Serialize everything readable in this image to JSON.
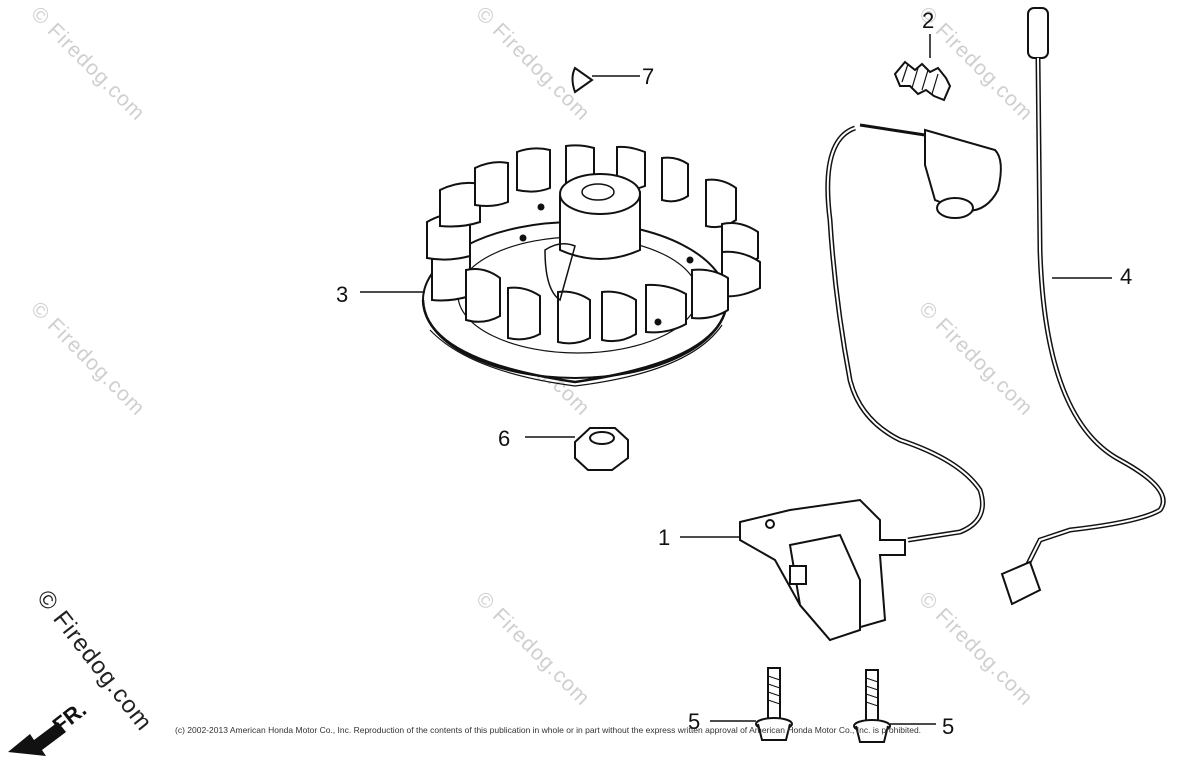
{
  "diagram": {
    "callouts": [
      "1",
      "2",
      "3",
      "4",
      "5",
      "5",
      "6",
      "7"
    ],
    "watermark": "© Firedog.com",
    "corner_watermark": "© Firedog.com",
    "direction_marker": "FR.",
    "copyright": "(c) 2002-2013 American Honda Motor Co., Inc. Reproduction of the contents of this publication in whole or in part without the express written approval of American Honda Motor Co., Inc. is prohibited."
  }
}
